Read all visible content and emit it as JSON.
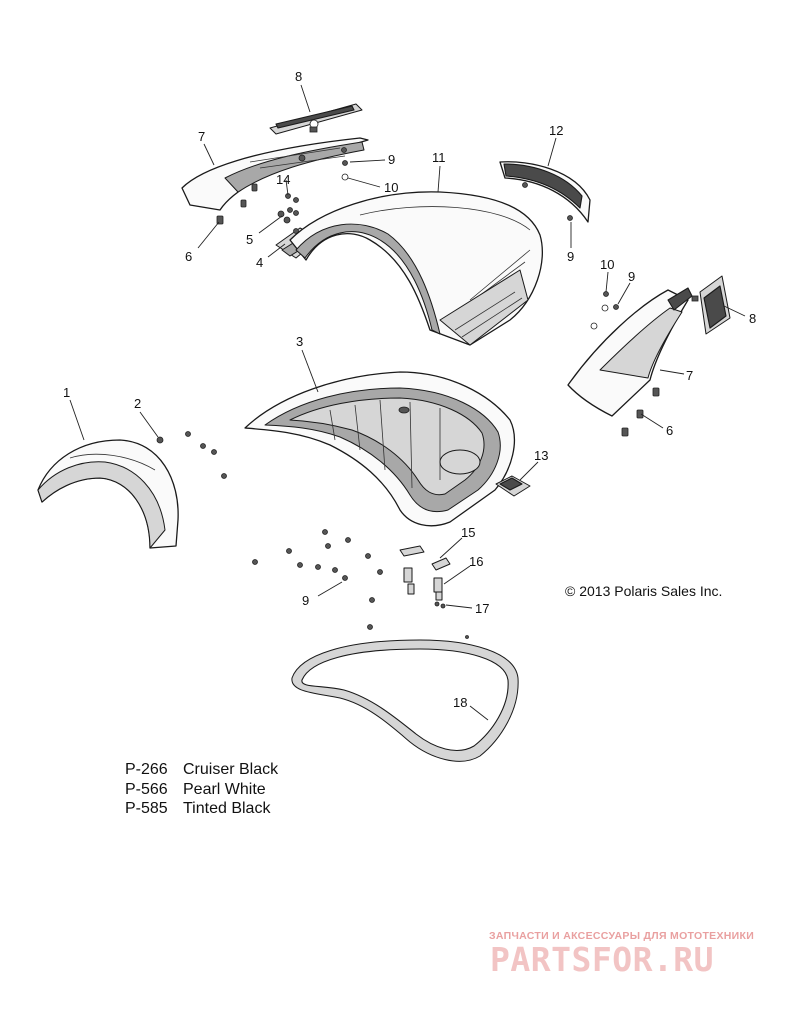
{
  "callouts": {
    "c1": "1",
    "c2": "2",
    "c3": "3",
    "c4": "4",
    "c5": "5",
    "c6a": "6",
    "c6b": "6",
    "c7a": "7",
    "c7b": "7",
    "c8a": "8",
    "c8b": "8",
    "c9a": "9",
    "c9b": "9",
    "c9c": "9",
    "c9d": "9",
    "c10a": "10",
    "c10b": "10",
    "c11": "11",
    "c12": "12",
    "c13": "13",
    "c14": "14",
    "c15": "15",
    "c16": "16",
    "c17": "17",
    "c18": "18"
  },
  "paint_codes": [
    {
      "code": "P-266",
      "name": "Cruiser Black"
    },
    {
      "code": "P-566",
      "name": "Pearl White"
    },
    {
      "code": "P-585",
      "name": "Tinted Black"
    }
  ],
  "copyright": "© 2013 Polaris Sales Inc.",
  "watermark": {
    "tagline": "ЗАПЧАСТИ И АКСЕССУАРЫ ДЛЯ МОТОТЕХНИКИ",
    "brand": "PARTSFOR.RU"
  }
}
